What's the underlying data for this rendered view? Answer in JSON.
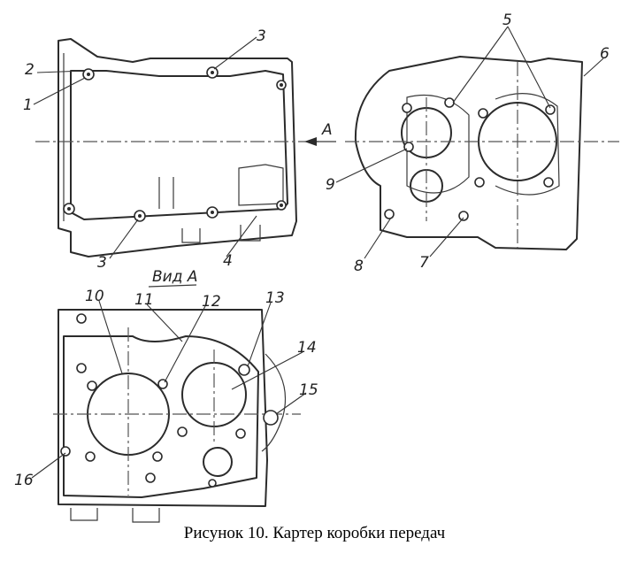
{
  "caption": "Рисунок 10. Картер коробки передач",
  "view_label": "Вид А",
  "arrow_label": "А",
  "callouts": {
    "c1": "1",
    "c2": "2",
    "c3a": "3",
    "c3b": "3",
    "c4": "4",
    "c5": "5",
    "c6": "6",
    "c7": "7",
    "c8": "8",
    "c9": "9",
    "c10": "10",
    "c11": "11",
    "c12": "12",
    "c13": "13",
    "c14": "14",
    "c15": "15",
    "c16": "16"
  }
}
